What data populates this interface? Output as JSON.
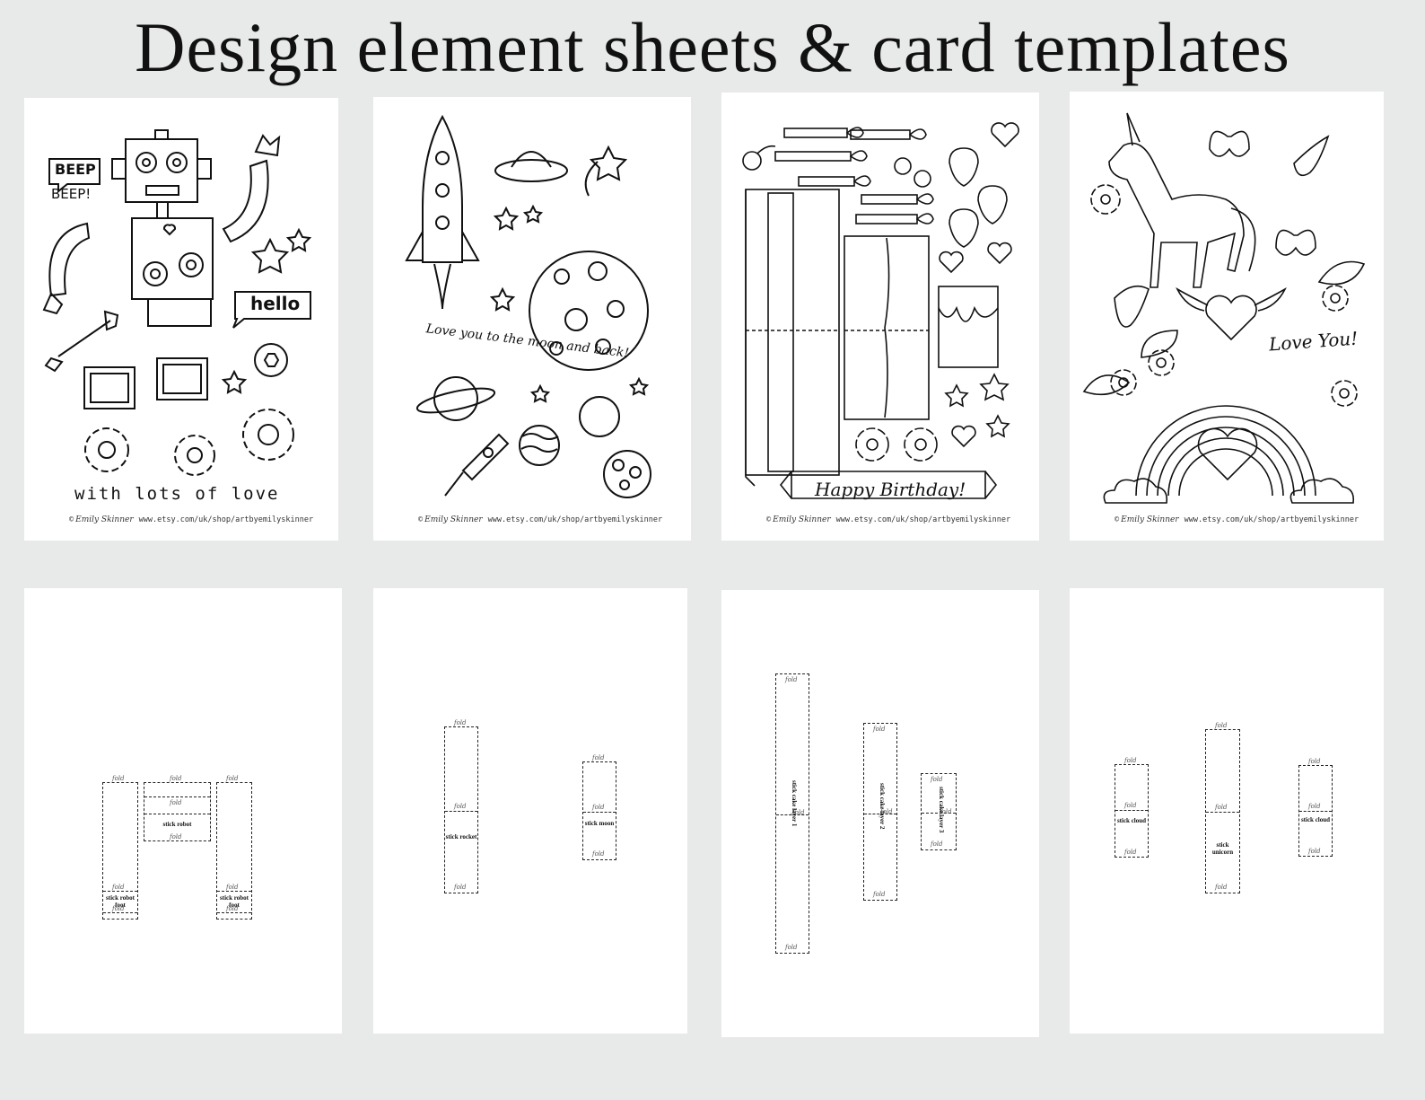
{
  "title": "Design element sheets & card templates",
  "credit": {
    "signature": "Emily Skinner",
    "url": "www.etsy.com/uk/shop/artbyemilyskinner"
  },
  "sheets": {
    "robot": {
      "beep1": "BEEP",
      "beep2": "BEEP!",
      "hello": "hello",
      "message": "with lots of love"
    },
    "space": {
      "message": "Love you to the moon and back!"
    },
    "cake": {
      "message": "Happy Birthday!"
    },
    "unicorn": {
      "message": "Love You!"
    }
  },
  "templates": {
    "fold": "fold",
    "robot": {
      "body": "stick robot",
      "foot": "stick robot foot"
    },
    "space": {
      "rocket": "stick rocket",
      "moon": "stick moon"
    },
    "cake": {
      "layer1": "stick cake layer 1",
      "layer2": "stick cake layer 2",
      "layer3": "stick cake layer 3"
    },
    "unicorn": {
      "cloud": "stick cloud",
      "unicorn": "stick unicorn"
    }
  }
}
